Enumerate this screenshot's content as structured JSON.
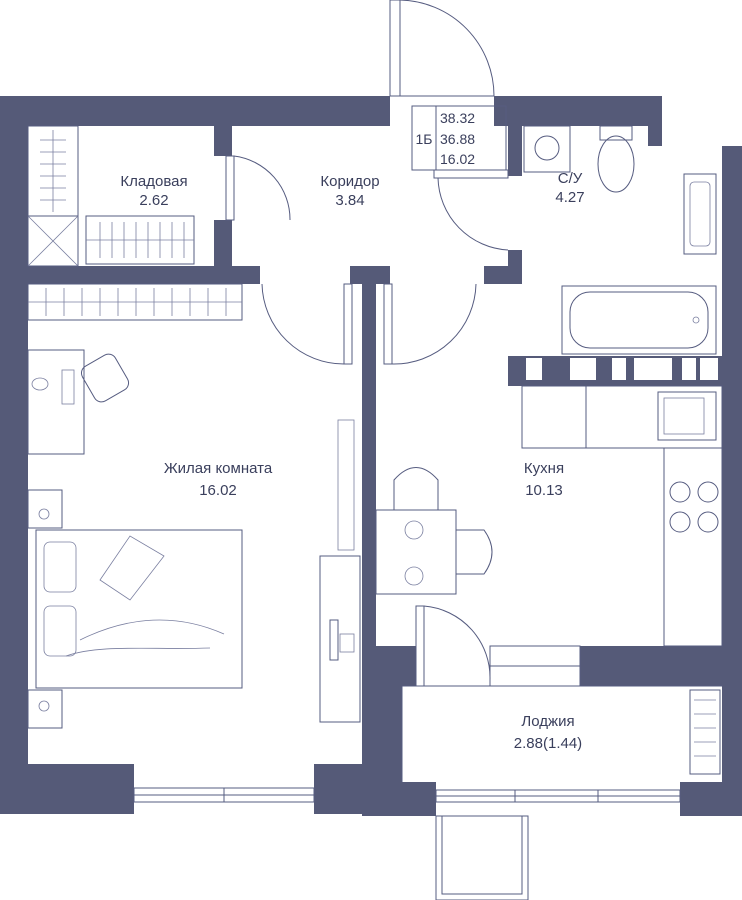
{
  "colors": {
    "wall": "#555a78",
    "line": "#565c80",
    "text": "#3a3f5c",
    "background": "#ffffff"
  },
  "summary": {
    "unit_code": "1Б",
    "total_area": "38.32",
    "area_without_loggia": "36.88",
    "living_area": "16.02"
  },
  "rooms": {
    "storage": {
      "name": "Кладовая",
      "area": "2.62"
    },
    "corridor": {
      "name": "Коридор",
      "area": "3.84"
    },
    "bathroom": {
      "name": "С/У",
      "area": "4.27"
    },
    "living": {
      "name": "Жилая комната",
      "area": "16.02"
    },
    "kitchen": {
      "name": "Кухня",
      "area": "10.13"
    },
    "loggia": {
      "name": "Лоджия",
      "area": "2.88(1.44)"
    }
  },
  "icons": [
    "wardrobe-icon",
    "desk-chair-icon",
    "bed-icon",
    "tv-icon",
    "sink-icon",
    "toilet-icon",
    "bathtub-icon",
    "washing-machine-icon",
    "stove-icon",
    "dining-table-icon",
    "door-swing-icon"
  ]
}
